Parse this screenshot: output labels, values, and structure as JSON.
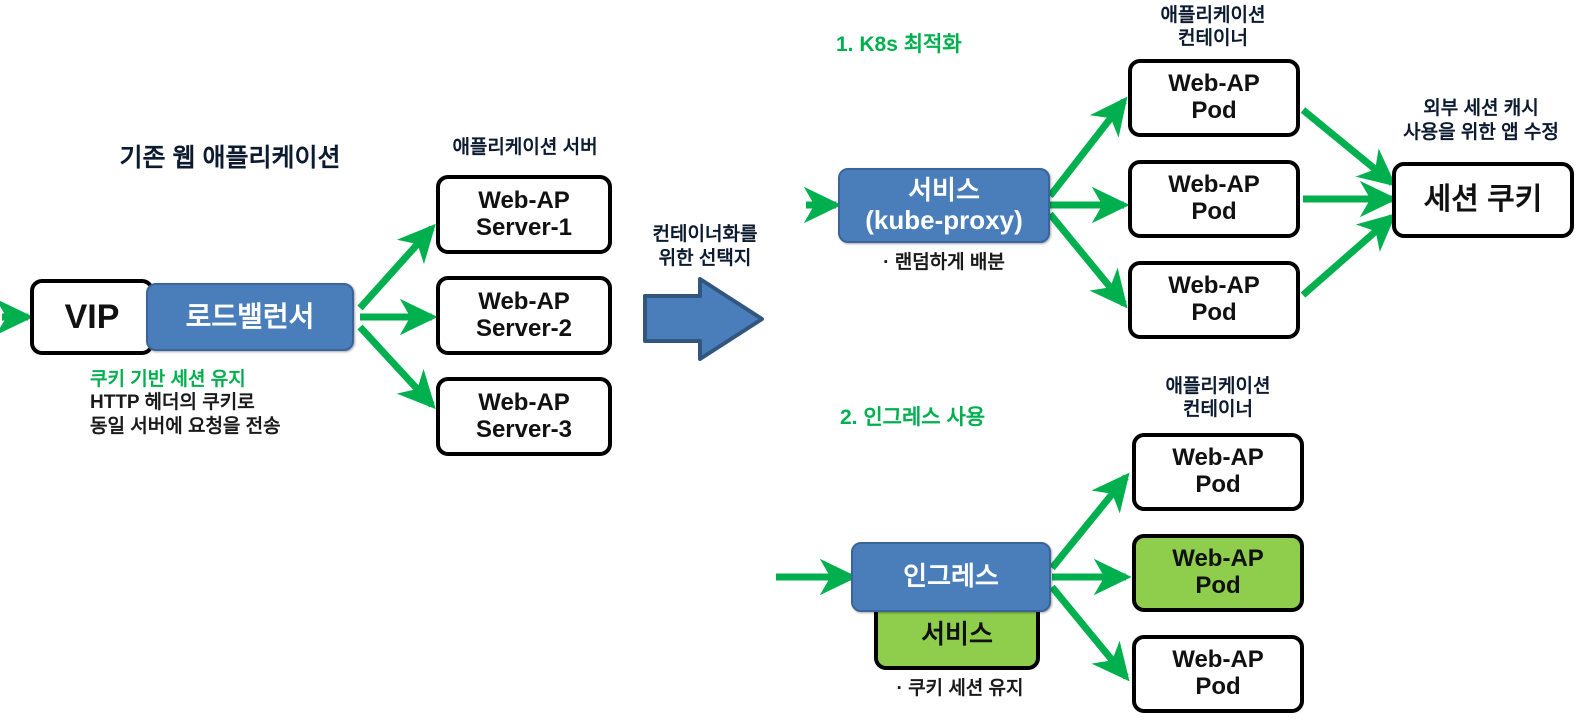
{
  "diagram": {
    "title_left": "기존 웹 애플리케이션",
    "colors": {
      "green_arrow": "#00b04f",
      "green_text": "#00b04f",
      "blue_fill": "#4a7ebb",
      "blue_arrow": "#4a7ebb",
      "green_fill": "#8fce4d",
      "box_border": "#000000",
      "label_dark": "#0d1b30"
    },
    "left": {
      "vip_label": "VIP",
      "load_balancer_label": "로드밸런서",
      "servers_header": "애플리케이션 서버",
      "servers": [
        {
          "line1": "Web-AP",
          "line2": "Server-1"
        },
        {
          "line1": "Web-AP",
          "line2": "Server-2"
        },
        {
          "line1": "Web-AP",
          "line2": "Server-3"
        }
      ],
      "caption_green": "쿠키 기반 세션 유지",
      "caption_line2": "HTTP 헤더의 쿠키로",
      "caption_line3": "동일 서버에 요청을 전송"
    },
    "transition": {
      "line1": "컨테이너화를",
      "line2": "위한 선택지",
      "arrow_icon": "right-block-arrow"
    },
    "option1": {
      "step_label": "1. K8s 최적화",
      "service_line1": "서비스",
      "service_line2": "(kube-proxy)",
      "service_caption": "· 랜덤하게 배분",
      "pods_header_line1": "애플리케이션",
      "pods_header_line2": "컨테이너",
      "pods": [
        {
          "line1": "Web-AP",
          "line2": "Pod",
          "highlight": false
        },
        {
          "line1": "Web-AP",
          "line2": "Pod",
          "highlight": false
        },
        {
          "line1": "Web-AP",
          "line2": "Pod",
          "highlight": false
        }
      ],
      "cache_note_line1": "외부 세션 캐시",
      "cache_note_line2": "사용을 위한 앱 수정",
      "cookie_box_label": "세션 쿠키"
    },
    "option2": {
      "step_label": "2. 인그레스 사용",
      "ingress_label": "인그레스",
      "service_label": "서비스",
      "service_caption": "· 쿠키 세션 유지",
      "pods_header_line1": "애플리케이션",
      "pods_header_line2": "컨테이너",
      "pods": [
        {
          "line1": "Web-AP",
          "line2": "Pod",
          "highlight": false
        },
        {
          "line1": "Web-AP",
          "line2": "Pod",
          "highlight": true
        },
        {
          "line1": "Web-AP",
          "line2": "Pod",
          "highlight": false
        }
      ]
    }
  }
}
